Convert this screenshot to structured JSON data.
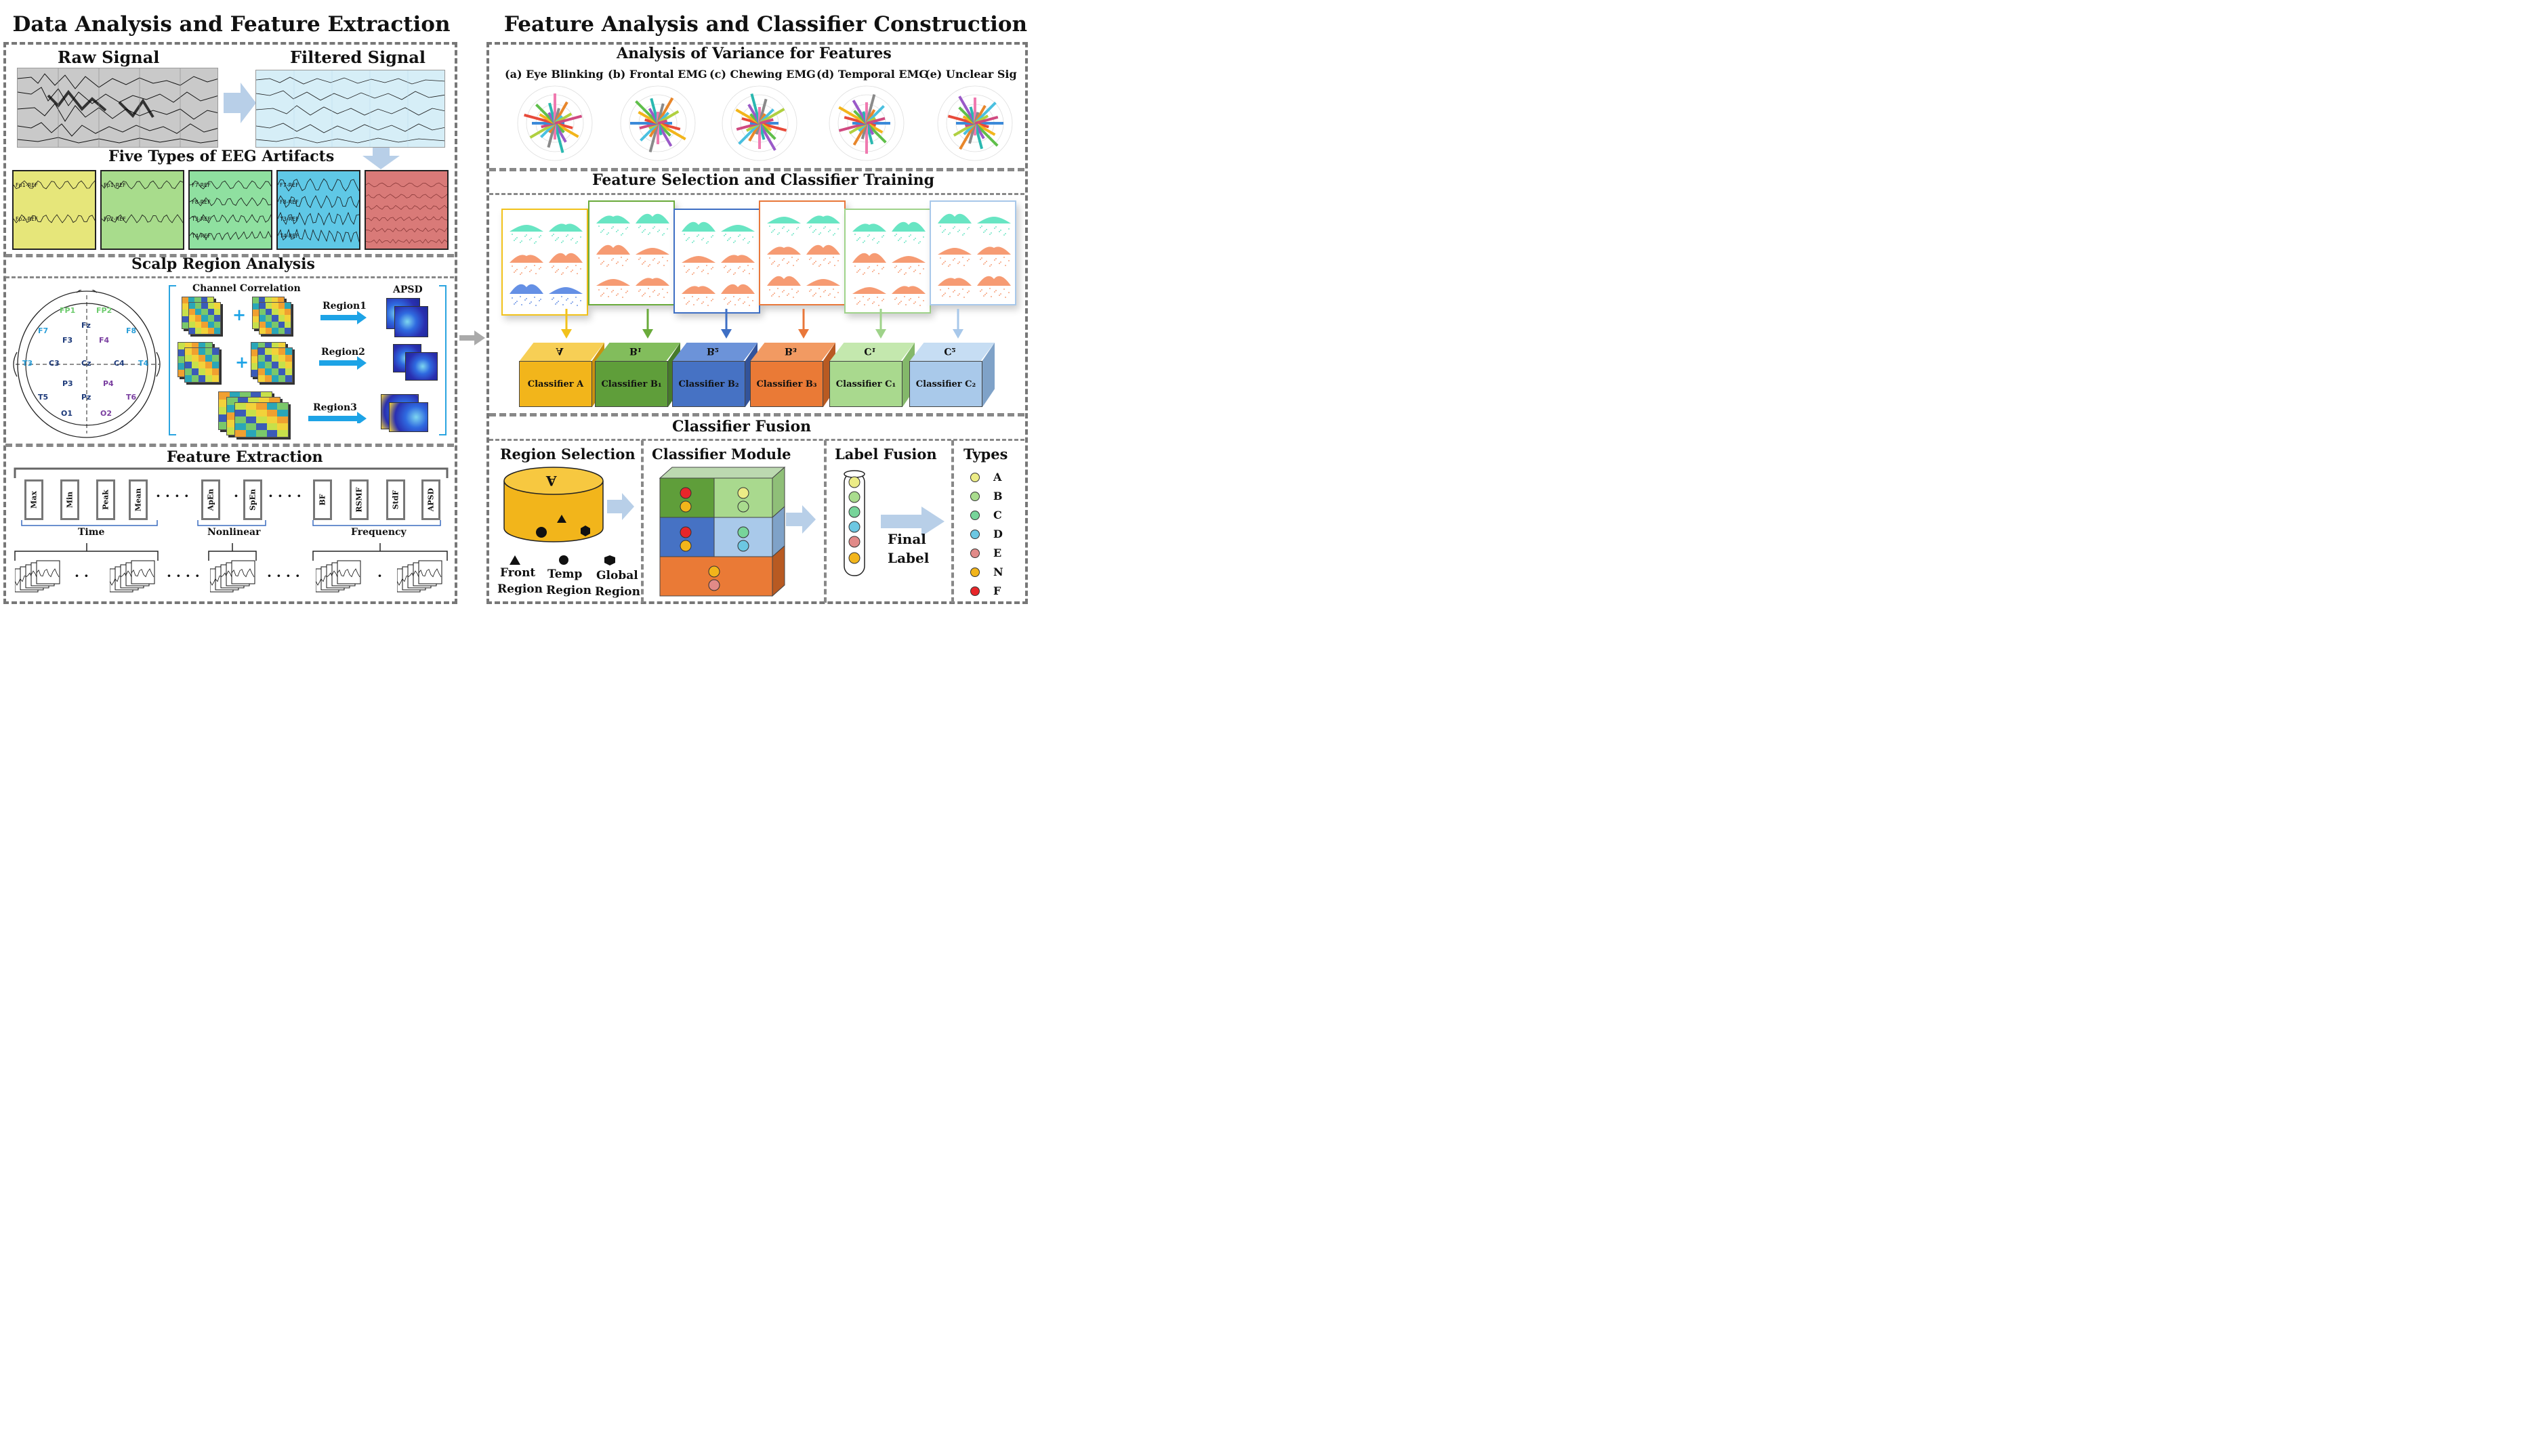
{
  "titles": {
    "left": "Data Analysis and Feature Extraction",
    "right": "Feature Analysis and Classifier Construction"
  },
  "left": {
    "raw_signal": "Raw Signal",
    "filtered_signal": "Filtered Signal",
    "artifacts_title": "Five Types of EEG Artifacts",
    "artifact_labels": [
      [
        "Fp1-REF",
        "Fp2-REF"
      ],
      [
        "Fp1-REF",
        "Fp2-REF"
      ],
      [
        "F7-REF",
        "F8-REF",
        "T3-REF",
        "T4-REF"
      ],
      [
        "F7-REF",
        "F8-REF",
        "T3-REF",
        "T4-REF"
      ],
      []
    ],
    "artifact_colors": [
      "#e6e67a",
      "#a8dc8c",
      "#8fe0a0",
      "#5fc8e6",
      "#d97a78"
    ],
    "scalp_title": "Scalp Region Analysis",
    "electrodes": {
      "fp1": "FP1",
      "fp2": "FP2",
      "f7": "F7",
      "f8": "F8",
      "f3": "F3",
      "f4": "F4",
      "fz": "Fz",
      "t3": "T3",
      "c3": "C3",
      "cz": "Cz",
      "c4": "C4",
      "t4": "T4",
      "p3": "P3",
      "p4": "P4",
      "pz": "Pz",
      "t5": "T5",
      "t6": "T6",
      "o1": "O1",
      "o2": "O2"
    },
    "channel_correlation": "Channel Correlation",
    "apsd": "APSD",
    "plus": "+",
    "regions": [
      "Region1",
      "Region2",
      "Region3"
    ],
    "feature_title": "Feature Extraction",
    "features_time": [
      "Max",
      "Min",
      "Peak",
      "Mean"
    ],
    "features_nonlinear": [
      "ApEn",
      "SpEn"
    ],
    "features_freq": [
      "BF",
      "RSMF",
      "StdF",
      "APSD"
    ],
    "dots_long": "· · · ·",
    "dots_short": "·",
    "dots_mid": "· · · · ·",
    "dots_small": "· ·",
    "dots_bottom1": "· ·",
    "dots_bottom2": "· · · ·",
    "dots_bottom3": "· · · ·",
    "dots_bottom4": "·",
    "group_time": "Time",
    "group_nonlinear": "Nonlinear",
    "group_frequency": "Frequency"
  },
  "right": {
    "anova_title": "Analysis of Variance for Features",
    "anova_panels": [
      "(a) Eye Blinking",
      "(b) Frontal EMG",
      "(c) Chewing EMG",
      "(d) Temporal EMG",
      "(e) Unclear Sig"
    ],
    "selection_title": "Feature Selection and Classifier Training",
    "panel_colors": [
      "#f2c21b",
      "#6aab3b",
      "#3e6fc4",
      "#e9773a",
      "#9fd38a",
      "#a8c8ea"
    ],
    "classifiers": [
      {
        "top": "A",
        "label": "Classifier A",
        "front": "#f2b51b",
        "topc": "#f7cf55",
        "side": "#c9920f"
      },
      {
        "top": "B₁",
        "label": "Classifier B₁",
        "front": "#5f9e3a",
        "topc": "#82bd5c",
        "side": "#467a2a"
      },
      {
        "top": "B₂",
        "label": "Classifier B₂",
        "front": "#4672c4",
        "topc": "#6c93d9",
        "side": "#33539a"
      },
      {
        "top": "B₃",
        "label": "Classifier B₃",
        "front": "#ea7a36",
        "topc": "#f29a62",
        "side": "#b85a22"
      },
      {
        "top": "C₁",
        "label": "Classifier C₁",
        "front": "#a9d98e",
        "topc": "#c4e8ae",
        "side": "#84b86a"
      },
      {
        "top": "C₂",
        "label": "Classifier C₂",
        "front": "#a9c9ea",
        "topc": "#c6ddf3",
        "side": "#7fa2c8"
      }
    ],
    "fusion_title": "Classifier Fusion",
    "region_selection": "Region Selection",
    "classifier_module": "Classifier Module",
    "label_fusion": "Label Fusion",
    "types_title": "Types",
    "drum_label": "A",
    "front_region": [
      "Front",
      "Region"
    ],
    "temp_region": [
      "Temp",
      "Region"
    ],
    "global_region": [
      "Global",
      "Region"
    ],
    "final_label": [
      "Final",
      "Label"
    ],
    "types": [
      {
        "label": "A",
        "color": "#ecec86"
      },
      {
        "label": "B",
        "color": "#a9dc8e"
      },
      {
        "label": "C",
        "color": "#77d49a"
      },
      {
        "label": "D",
        "color": "#6cc7e2"
      },
      {
        "label": "E",
        "color": "#e18a88"
      },
      {
        "label": "N",
        "color": "#f2b51b"
      },
      {
        "label": "F",
        "color": "#e8262a"
      }
    ]
  }
}
